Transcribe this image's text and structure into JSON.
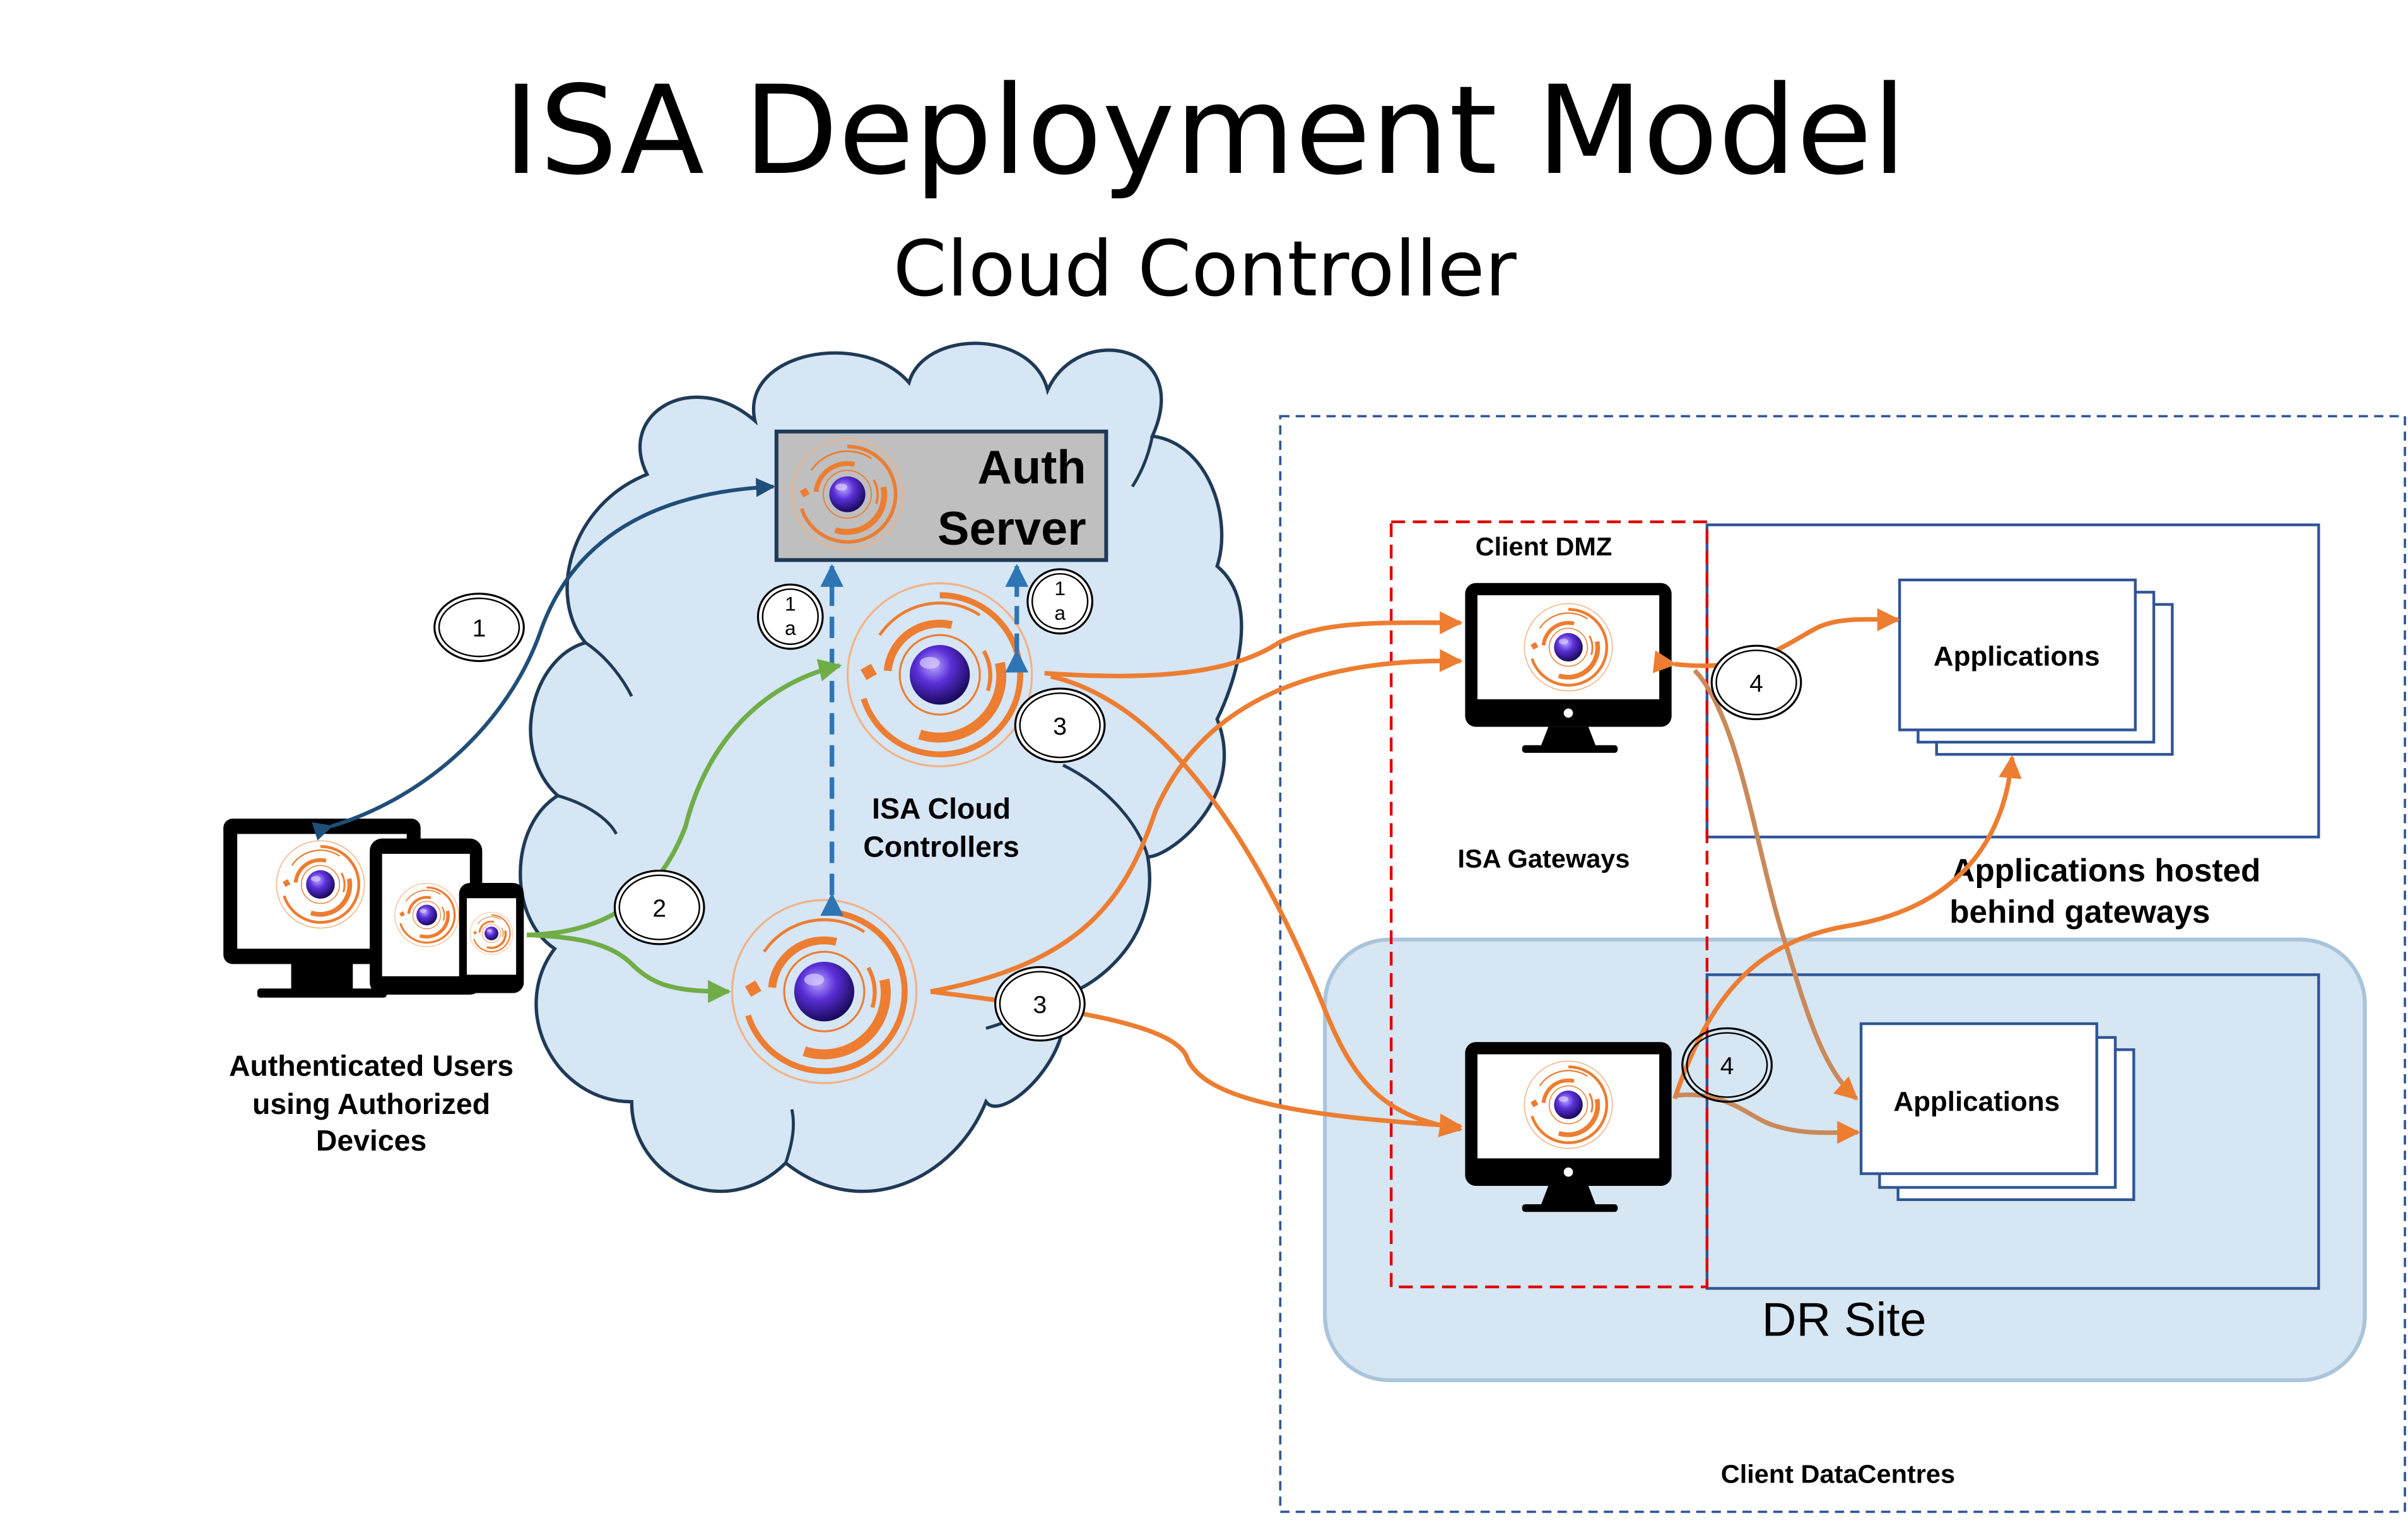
{
  "title": "ISA Deployment Model",
  "subtitle": "Cloud Controller",
  "auth_server": {
    "line1": "Auth",
    "line2": "Server"
  },
  "cloud_label": {
    "line1": "ISA Cloud",
    "line2": "Controllers"
  },
  "users_label": {
    "line1": "Authenticated Users",
    "line2": "using Authorized",
    "line3": "Devices"
  },
  "dmz_label": "Client DMZ",
  "gateways_label": "ISA Gateways",
  "apps_label": "Applications",
  "apps_dr_label": "Applications",
  "apps_hosted_label": {
    "line1": "Applications hosted",
    "line2": "behind gateways"
  },
  "dr_label": "DR Site",
  "datacentres_label": "Client DataCentres",
  "steps": {
    "s1": "1",
    "s1a_left_top": "1",
    "s1a_left_bottom": "a",
    "s1a_right_top": "1",
    "s1a_right_bottom": "a",
    "s2": "2",
    "s3_top": "3",
    "s3_bottom": "3",
    "s4_top": "4",
    "s4_bottom": "4"
  },
  "icons": [
    "isa-logo-icon",
    "monitor-icon",
    "tablet-icon",
    "phone-icon",
    "cloud-icon",
    "stacked-documents-icon"
  ],
  "colors": {
    "orange": "#ED7D31",
    "blue_arrow": "#2E75B6",
    "dark_blue_arrow": "#1F4E79",
    "green": "#70AD47",
    "cloud_fill": "#D6E6F5",
    "cloud_stroke": "#1F3A56",
    "dmz_red": "#E00000",
    "navy": "#2F5597",
    "dr_fill": "#D6E6F2",
    "auth_fill": "#BFBFBF"
  }
}
